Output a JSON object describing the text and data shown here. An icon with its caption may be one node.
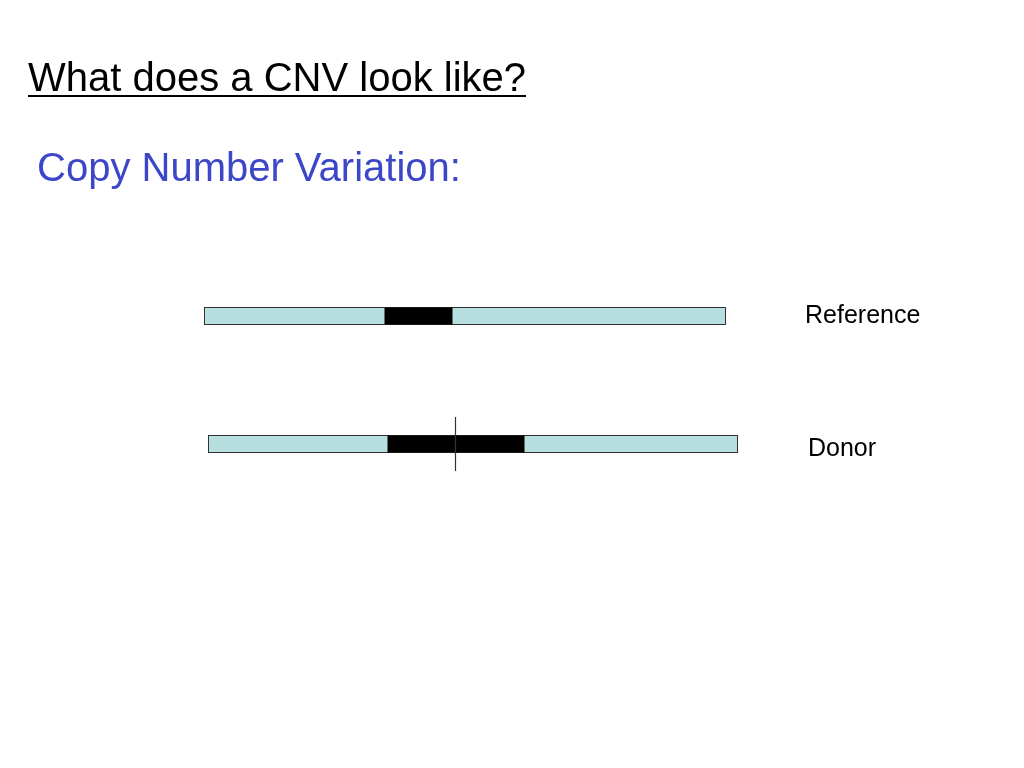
{
  "diagram": {
    "title": "What does a CNV look like?",
    "labels": [
      "Copy Number Variation:",
      "Reference",
      "Donor"
    ]
  }
}
